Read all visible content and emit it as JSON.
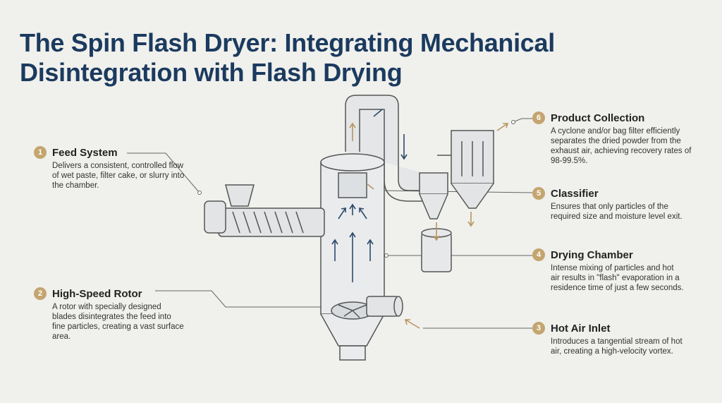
{
  "title_line1": "The Spin Flash Dryer: Integrating Mechanical",
  "title_line2": "Disintegration with Flash Drying",
  "colors": {
    "title": "#1b3a5f",
    "badge": "#c4a56f",
    "arrow_blue": "#2e4a6b",
    "arrow_gold": "#c4a56f"
  },
  "callouts": [
    {
      "num": "1",
      "label": "Feed System",
      "desc": "Delivers a consistent, controlled flow of wet paste, filter cake, or slurry into the chamber."
    },
    {
      "num": "2",
      "label": "High-Speed Rotor",
      "desc": "A rotor with specially designed blades disintegrates the feed into fine particles, creating a vast surface area."
    },
    {
      "num": "6",
      "label": "Product Collection",
      "desc": "A cyclone and/or bag filter efficiently separates the dried powder from the exhaust air, achieving recovery rates of 98-99.5%."
    },
    {
      "num": "5",
      "label": "Classifier",
      "desc": "Ensures that only particles of the required size and moisture level exit."
    },
    {
      "num": "4",
      "label": "Drying Chamber",
      "desc": "Intense mixing of particles and hot air results in \"flash\" evaporation in a residence time of just a few seconds."
    },
    {
      "num": "3",
      "label": "Hot Air Inlet",
      "desc": "Introduces a tangential stream of hot air, creating a high-velocity vortex."
    }
  ]
}
